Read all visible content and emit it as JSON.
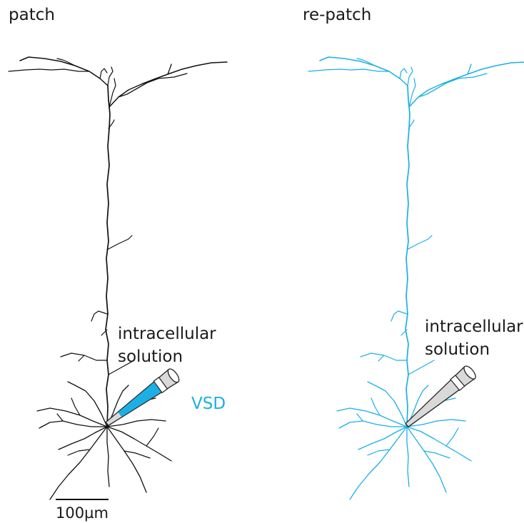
{
  "panels": {
    "left": {
      "title": "patch",
      "neuron_color": "#111111"
    },
    "right": {
      "title": "re-patch",
      "neuron_color": "#1ab0e6"
    }
  },
  "annotations": {
    "solution_line1": "intracellular",
    "solution_line2": "solution",
    "dye_label": "VSD",
    "dye_color": "#1ab0e6",
    "pipette_fill_color": "#d9d9d9"
  },
  "scale_bar": {
    "label": "100µm"
  }
}
